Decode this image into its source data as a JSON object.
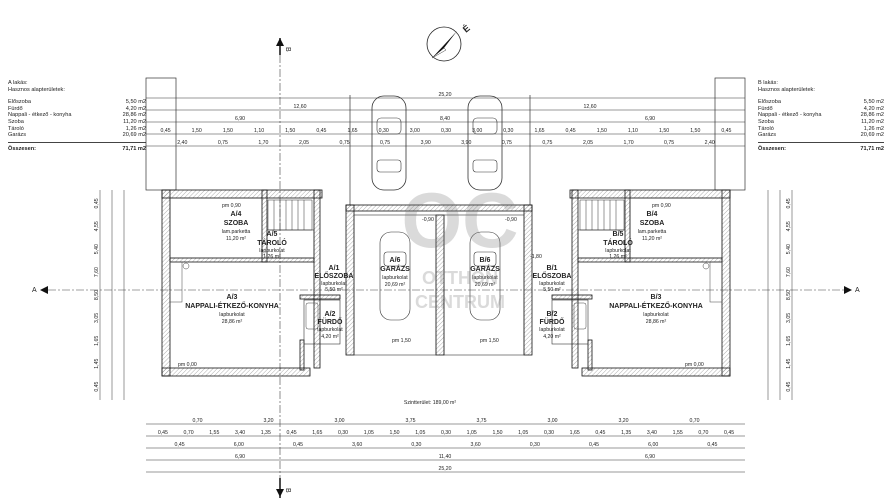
{
  "legend_a": {
    "title": "A lakás:",
    "subtitle": "Hasznos alapterületek:",
    "rows": [
      {
        "name": "Előszoba",
        "value": "5,50 m2"
      },
      {
        "name": "Fürdő",
        "value": "4,20 m2"
      },
      {
        "name": "Nappali - étkező - konyha",
        "value": "28,86 m2"
      },
      {
        "name": "Szoba",
        "value": "11,20 m2"
      },
      {
        "name": "Tároló",
        "value": "1,26 m2"
      },
      {
        "name": "Garázs",
        "value": "20,69 m2"
      }
    ],
    "total_label": "Összesen:",
    "total_value": "71,71 m2"
  },
  "legend_b": {
    "title": "B lakás:",
    "subtitle": "Hasznos alapterületek:",
    "rows": [
      {
        "name": "Előszoba",
        "value": "5,50 m2"
      },
      {
        "name": "Fürdő",
        "value": "4,20 m2"
      },
      {
        "name": "Nappali - étkező - konyha",
        "value": "28,86 m2"
      },
      {
        "name": "Szoba",
        "value": "11,20 m2"
      },
      {
        "name": "Tároló",
        "value": "1,26 m2"
      },
      {
        "name": "Garázs",
        "value": "20,69 m2"
      }
    ],
    "total_label": "Összesen:",
    "total_value": "71,71 m2"
  },
  "north_label": "É",
  "section_marks": {
    "a": "A",
    "b": "B"
  },
  "rooms": {
    "a4": {
      "code": "A/4",
      "name": "SZOBA",
      "floor": "lam.parketta",
      "area": "11,20 m²"
    },
    "a5": {
      "code": "A/5",
      "name": "TÁROLÓ",
      "floor": "lapburkolat",
      "area": "1,26 m²"
    },
    "a1": {
      "code": "A/1",
      "name": "ELŐSZOBA",
      "floor": "lapburkolat",
      "area": "5,50 m²"
    },
    "a6": {
      "code": "A/6",
      "name": "GARÁZS",
      "floor": "lapburkolat",
      "area": "20,69 m²"
    },
    "b6": {
      "code": "B/6",
      "name": "GARÁZS",
      "floor": "lapburkolat",
      "area": "20,69 m²"
    },
    "b1": {
      "code": "B/1",
      "name": "ELŐSZOBA",
      "floor": "lapburkolat",
      "area": "5,50 m²"
    },
    "b5": {
      "code": "B/5",
      "name": "TÁROLÓ",
      "floor": "lapburkolat",
      "area": "1,26 m²"
    },
    "b4": {
      "code": "B/4",
      "name": "SZOBA",
      "floor": "lam.parketta",
      "area": "11,20 m²"
    },
    "a3": {
      "code": "A/3",
      "name": "NAPPALI-ÉTKEZŐ-KONYHA",
      "floor": "lapburkolat",
      "area": "28,86 m²"
    },
    "a2": {
      "code": "A/2",
      "name": "FÜRDŐ",
      "floor": "lapburkolat",
      "area": "4,20 m²"
    },
    "b2": {
      "code": "B/2",
      "name": "FÜRDŐ",
      "floor": "lapburkolat",
      "area": "4,20 m²"
    },
    "b3": {
      "code": "B/3",
      "name": "NAPPALI-ÉTKEZŐ-KONYHA",
      "floor": "lapburkolat",
      "area": "28,86 m²"
    }
  },
  "floor_area_label": "Szintterület: 189,00 m²",
  "levels": {
    "pm0": "pm 0,00",
    "pm090": "pm 0,90",
    "pm150": "pm 1,50",
    "m090": "-0,90",
    "m180": "-1,80"
  },
  "top_dims": {
    "row1": [
      "25,20"
    ],
    "row2": [
      "12,60",
      "12,60"
    ],
    "row3": [
      "6,90",
      "8,40",
      "6,90"
    ],
    "row4": [
      "0,45",
      "1,50",
      "1,50",
      "1,10",
      "1,50",
      "0,45",
      "1,65",
      "0,30",
      "3,00",
      "0,30",
      "3,00",
      "0,30",
      "1,65",
      "0,45",
      "1,50",
      "1,10",
      "1,50",
      "1,50",
      "0,45"
    ],
    "row5": [
      "2,40",
      "0,75",
      "1,70",
      "2,05",
      "0,75",
      "0,75",
      "3,90",
      "3,90",
      "0,75",
      "0,75",
      "2,05",
      "1,70",
      "0,75",
      "2,40"
    ]
  },
  "bottom_dims": {
    "row1": [
      "0,70",
      "3,20",
      "3,00",
      "3,75",
      "3,75",
      "3,00",
      "3,20",
      "0,70"
    ],
    "row2": [
      "0,45",
      "0,70",
      "1,55",
      "3,40",
      "1,35",
      "0,45",
      "1,65",
      "0,30",
      "1,05",
      "1,50",
      "1,05",
      "0,30",
      "1,05",
      "1,50",
      "1,05",
      "0,30",
      "1,65",
      "0,45",
      "1,35",
      "3,40",
      "1,55",
      "0,70",
      "0,45"
    ],
    "row3": [
      "0,45",
      "6,00",
      "0,45",
      "3,60",
      "0,30",
      "3,60",
      "0,30",
      "0,45",
      "6,00",
      "0,45"
    ],
    "row4": [
      "6,90",
      "11,40",
      "6,90"
    ],
    "row5": [
      "25,20"
    ]
  },
  "side_dims": {
    "left": [
      "0,45",
      "4,55",
      "5,40",
      "7,60",
      "8,50",
      "3,05",
      "1,65",
      "1,45",
      "0,45"
    ],
    "right": [
      "0,45",
      "4,55",
      "5,40",
      "7,60",
      "8,50",
      "3,05",
      "1,65",
      "1,45",
      "0,45"
    ]
  },
  "watermark": {
    "initials": "OC",
    "line1": "OTTHON",
    "line2": "CENTRUM"
  }
}
